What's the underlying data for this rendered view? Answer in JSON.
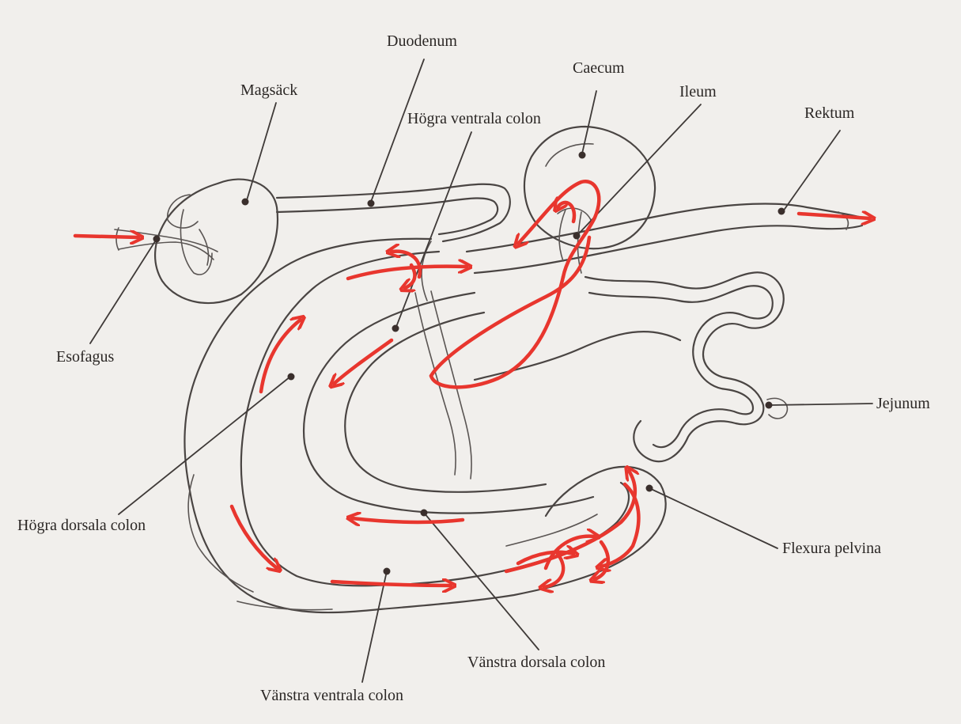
{
  "labels": {
    "duodenum": "Duodenum",
    "magsack": "Magsäck",
    "caecum": "Caecum",
    "ileum": "Ileum",
    "hogra_ventrala_colon": "Högra ventrala colon",
    "rektum": "Rektum",
    "esofagus": "Esofagus",
    "jejunum": "Jejunum",
    "hogra_dorsala_colon": "Högra dorsala colon",
    "flexura_pelvina": "Flexura pelvina",
    "vanstra_dorsala_colon": "Vänstra dorsala colon",
    "vanstra_ventrala_colon": "Vänstra ventrala colon"
  },
  "colors": {
    "paper": "#f1efec",
    "ink": "#4a4543",
    "flow_arrow": "#e8362e"
  }
}
